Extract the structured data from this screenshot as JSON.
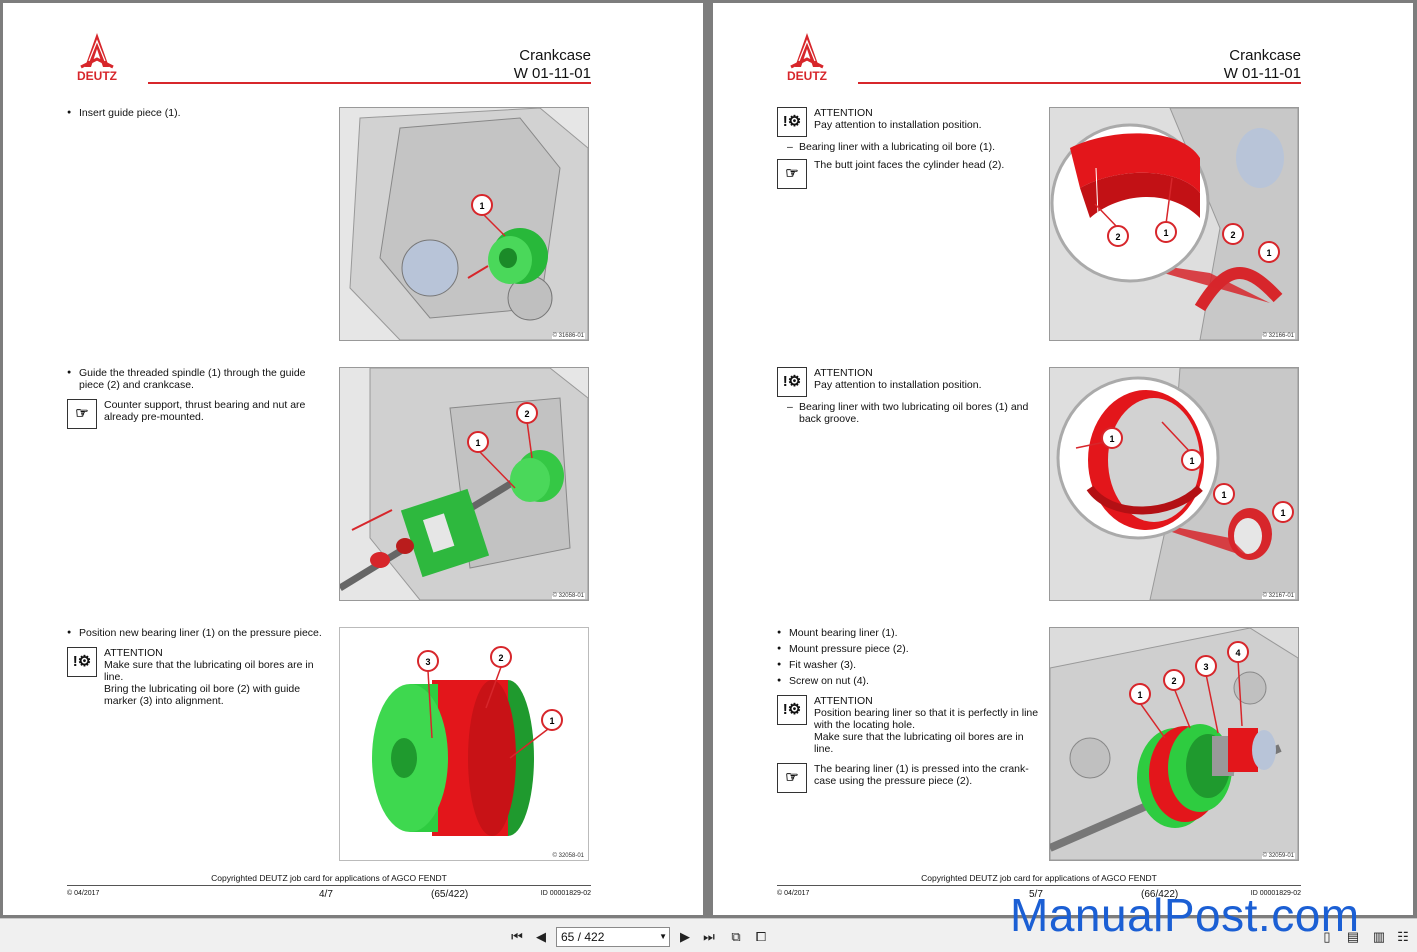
{
  "header": {
    "title": "Crankcase",
    "code": "W 01-11-01",
    "logo_text": "DEUTZ"
  },
  "left_page": {
    "steps": [
      {
        "bullets": [
          "Insert guide piece (1)."
        ],
        "notes": [],
        "figure_id": "© 31686-01",
        "callouts": [
          "1"
        ]
      },
      {
        "bullets": [
          "Guide the threaded spindle (1) through the guide piece (2) and crankcase."
        ],
        "notes": [
          {
            "icon": "hand-pointer-icon",
            "lines": [
              "Counter support, thrust bearing and nut are already pre-mounted."
            ]
          }
        ],
        "figure_id": "© 32058-01",
        "callouts": [
          "1",
          "2"
        ]
      },
      {
        "bullets": [
          "Position new bearing liner (1) on the pressure piece."
        ],
        "notes": [
          {
            "icon": "attention-icon",
            "lines": [
              "ATTENTION",
              "Make sure that the lubricating oil bores are in line.",
              "Bring the lubricating oil bore (2) with guide marker (3) into alignment."
            ]
          }
        ],
        "figure_id": "© 32058-01",
        "callouts": [
          "3",
          "2",
          "1"
        ]
      }
    ],
    "footer": {
      "copyright": "Copyrighted DEUTZ job card for applications of AGCO FENDT",
      "date": "© 04/2017",
      "page": "4/7",
      "total": "(65/422)",
      "doc_id": "ID 00001829-02"
    }
  },
  "right_page": {
    "steps": [
      {
        "notes_top": [
          {
            "icon": "attention-icon",
            "lines": [
              "ATTENTION",
              "Pay attention to installation position."
            ]
          }
        ],
        "dash": "Bearing liner with a lubricating oil bore (1).",
        "notes": [
          {
            "icon": "hand-pointer-icon",
            "lines": [
              "The butt joint faces the cylinder head (2)."
            ]
          }
        ],
        "figure_id": "© 32166-01",
        "callouts": [
          "2",
          "1",
          "2",
          "1"
        ]
      },
      {
        "notes_top": [
          {
            "icon": "attention-icon",
            "lines": [
              "ATTENTION",
              "Pay attention to installation position."
            ]
          }
        ],
        "dash": "Bearing liner with two lubricating oil bores (1) and back groove.",
        "notes": [],
        "figure_id": "© 32167-01",
        "callouts": [
          "1",
          "1",
          "1",
          "1"
        ]
      },
      {
        "bullets": [
          "Mount bearing liner (1).",
          "Mount pressure piece (2).",
          "Fit washer (3).",
          "Screw on nut (4)."
        ],
        "notes": [
          {
            "icon": "attention-icon",
            "lines": [
              "ATTENTION",
              "Position bearing liner so that it is perfectly in line with the locating hole.",
              "Make sure that the lubricating oil bores are in line."
            ]
          },
          {
            "icon": "hand-pointer-icon",
            "lines": [
              "The bearing liner (1) is pressed into the crank-case using the pressure piece (2)."
            ]
          }
        ],
        "figure_id": "© 32059-01",
        "callouts": [
          "1",
          "2",
          "3",
          "4"
        ]
      }
    ],
    "footer": {
      "copyright": "Copyrighted DEUTZ job card for applications of AGCO FENDT",
      "date": "© 04/2017",
      "page": "5/7",
      "total": "(66/422)",
      "doc_id": "ID 00001829-02"
    }
  },
  "toolbar": {
    "page_indicator": "65 / 422"
  },
  "watermark": "ManualPost.com",
  "colors": {
    "accent_red": "#d7262b",
    "part_green": "#2ecc40",
    "part_red": "#e3161b"
  }
}
